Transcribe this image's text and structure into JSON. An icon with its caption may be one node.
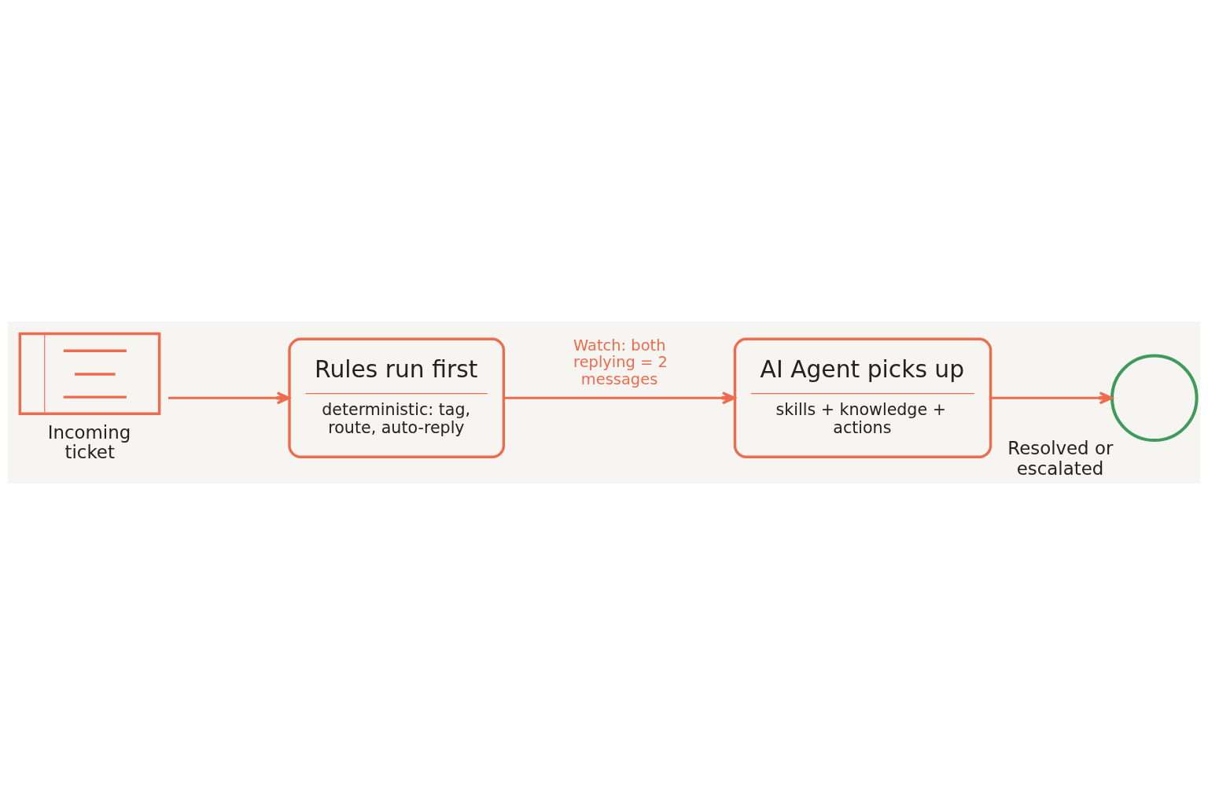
{
  "diagram": {
    "nodes": [
      {
        "text": [],
        "shape": "picture",
        "beside": [
          "Incoming ticket"
        ]
      },
      {
        "text": [
          "Rules run first",
          "deterministic: tag, route, auto-reply"
        ]
      },
      {
        "text": [
          "AI Agent picks up",
          "skills + knowledge + actions"
        ]
      },
      {
        "text": [],
        "shape": "circle",
        "beside": [
          "Resolved or escalated"
        ]
      }
    ],
    "edges": [
      {
        "from": 0,
        "to": 1,
        "arrow": "to"
      },
      {
        "from": 1,
        "to": 2,
        "arrow": "to",
        "label": "Watch: both replying = 2 messages"
      },
      {
        "from": 2,
        "to": 3,
        "arrow": "to"
      }
    ]
  }
}
